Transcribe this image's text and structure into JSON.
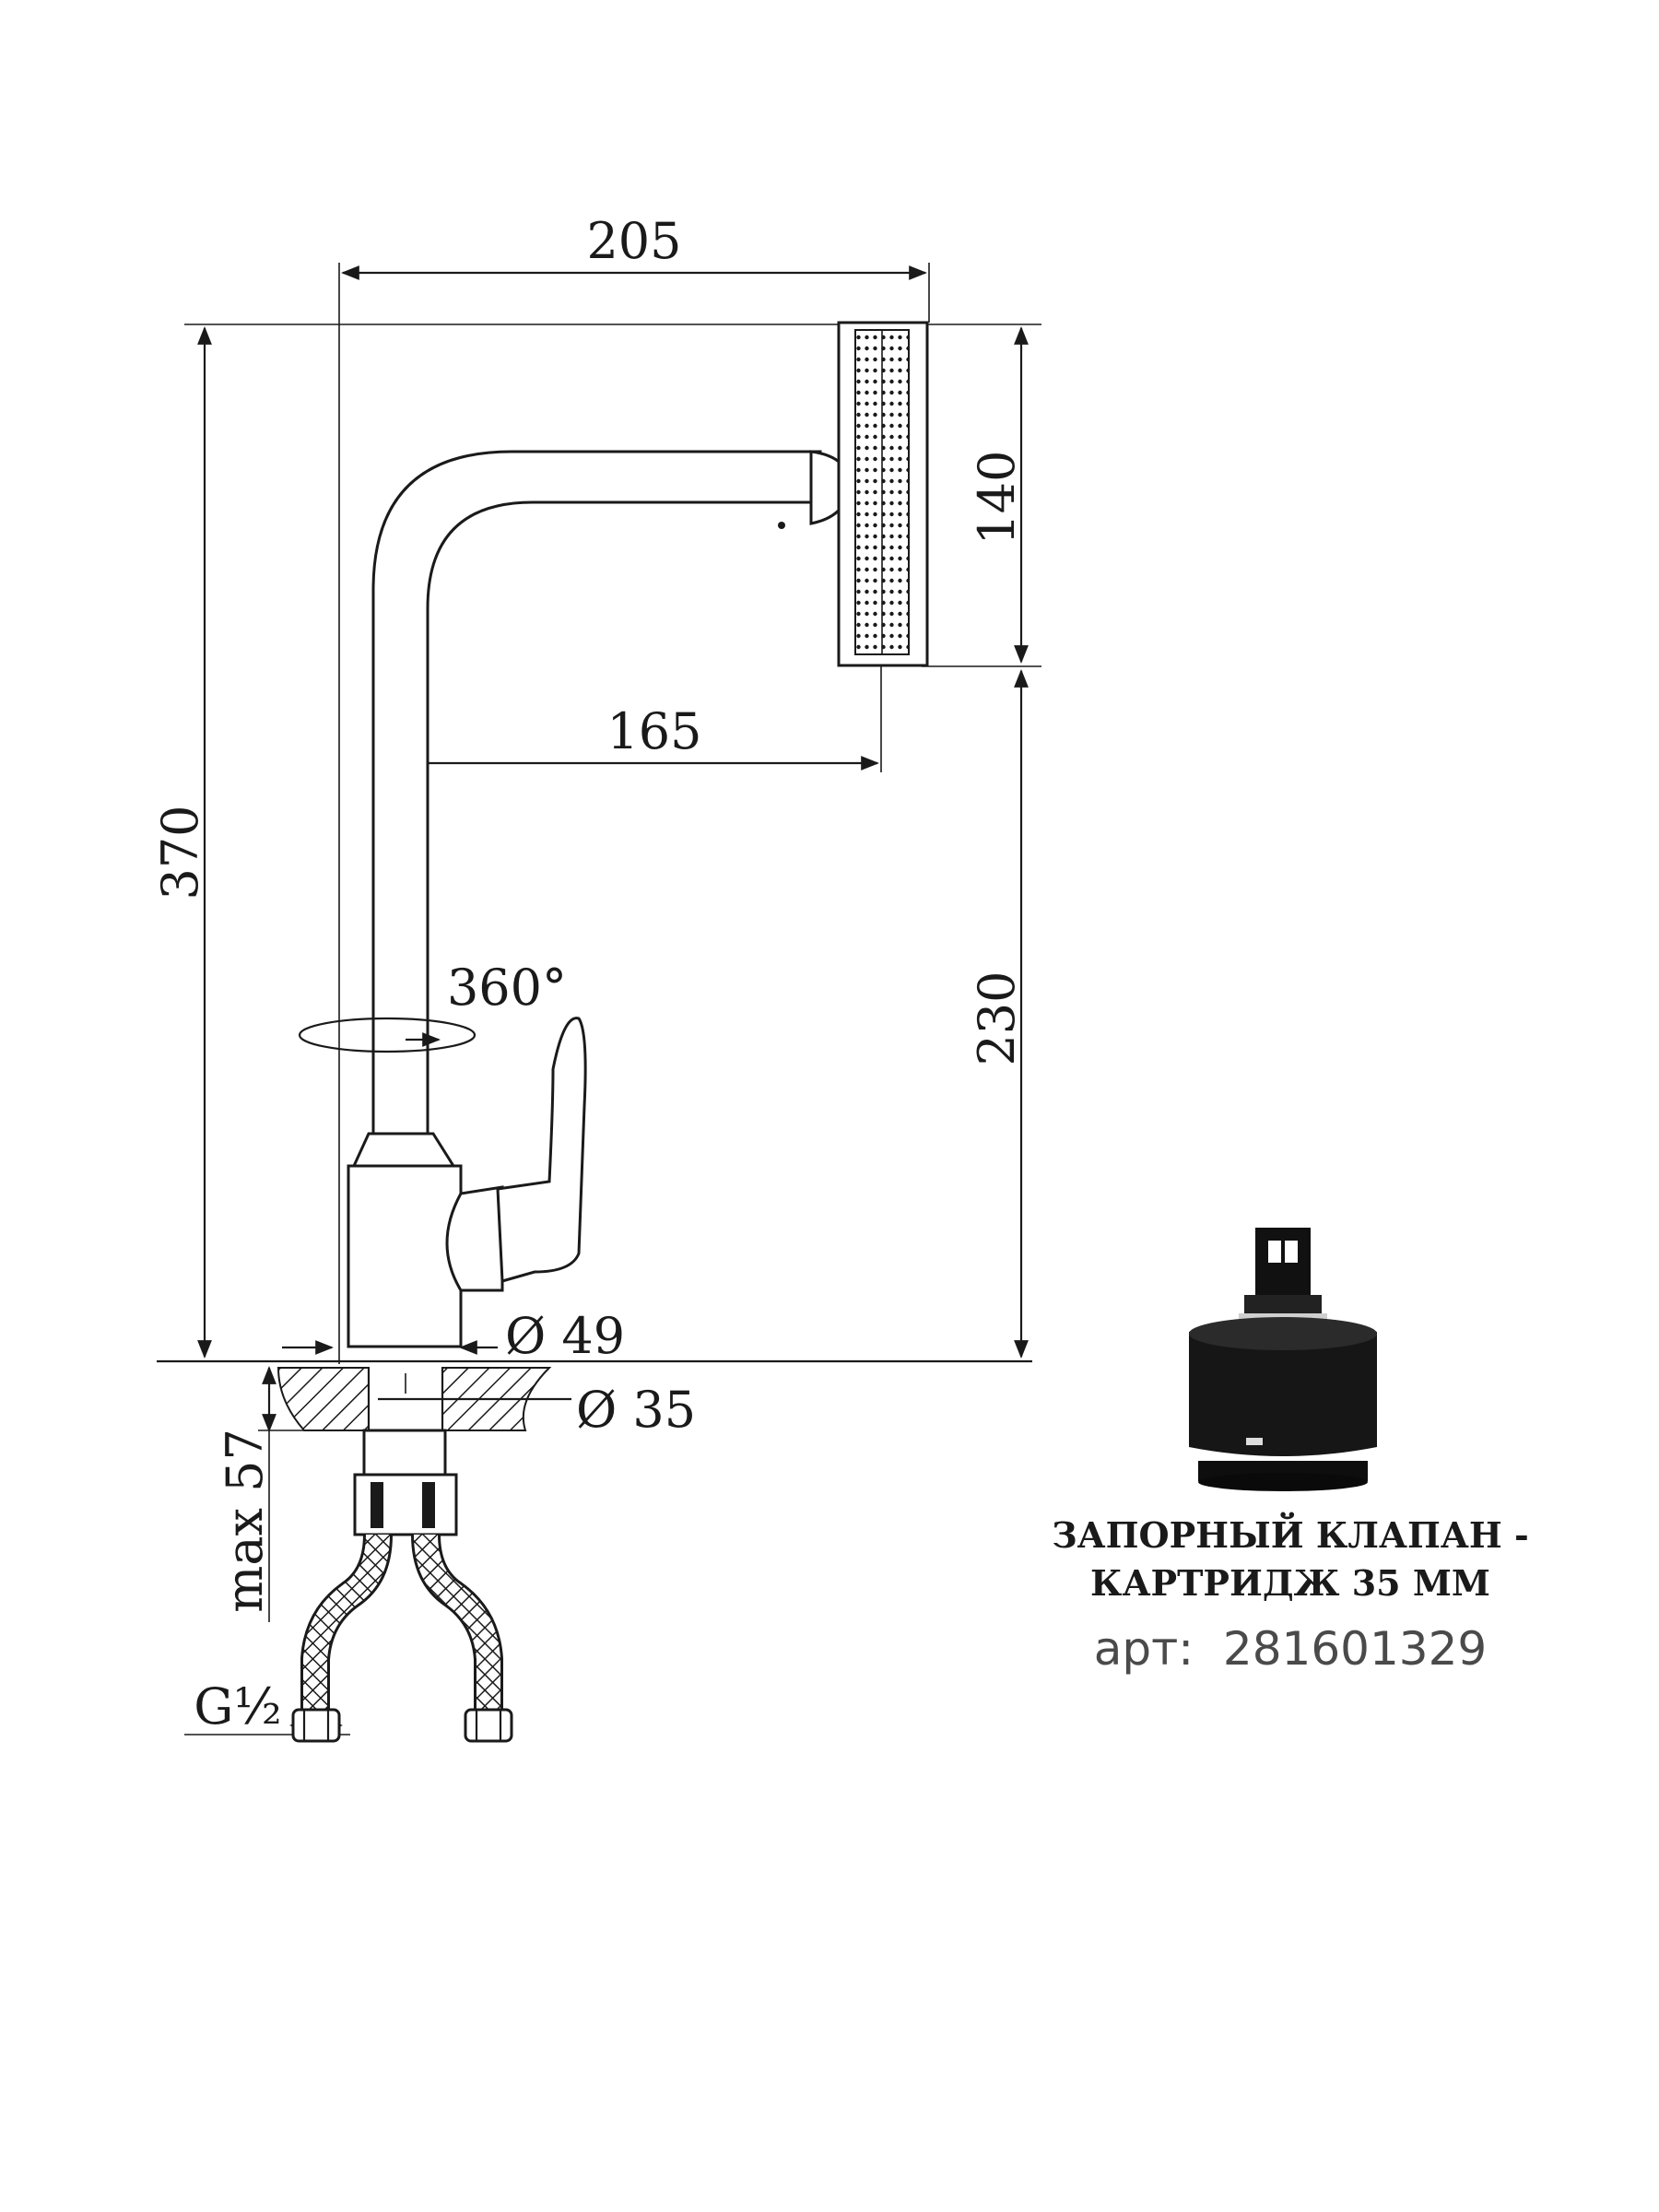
{
  "dimensions": {
    "reach_total": "205",
    "spout_height": "140",
    "height_total": "370",
    "reach_spout": "165",
    "height_under_spout": "230",
    "rotation": "360°",
    "base_diameter": "Ø 49",
    "mount_hole_diameter": "Ø 35",
    "counter_thickness": "max 57",
    "connection_thread": "G½"
  },
  "cartridge": {
    "title_line1": "ЗАПОРНЫЙ КЛАПАН -",
    "title_line2": "КАРТРИДЖ 35 ММ",
    "article": "арт:  281601329"
  }
}
